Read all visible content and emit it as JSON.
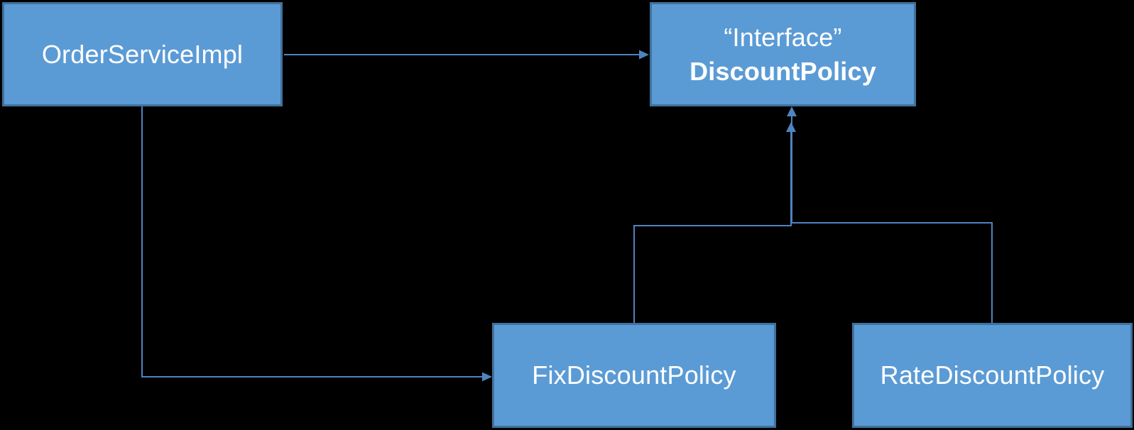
{
  "diagram": {
    "type": "uml-class-diagram",
    "colors": {
      "background": "#000000",
      "node_fill": "#5B9BD5",
      "node_border": "#41719C",
      "connector": "#4E84C0",
      "text": "#FFFFFF"
    },
    "nodes": {
      "order_service": {
        "label": "OrderServiceImpl"
      },
      "discount_policy": {
        "stereotype": "“Interface”",
        "label": "DiscountPolicy"
      },
      "fix_discount": {
        "label": "FixDiscountPolicy"
      },
      "rate_discount": {
        "label": "RateDiscountPolicy"
      }
    },
    "edges": [
      {
        "from": "OrderServiceImpl",
        "to": "DiscountPolicy",
        "relation": "depends-on",
        "style": "solid-arrow"
      },
      {
        "from": "OrderServiceImpl",
        "to": "FixDiscountPolicy",
        "relation": "depends-on",
        "style": "solid-arrow-elbow"
      },
      {
        "from": "FixDiscountPolicy",
        "to": "DiscountPolicy",
        "relation": "implements",
        "style": "solid-arrow-elbow"
      },
      {
        "from": "RateDiscountPolicy",
        "to": "DiscountPolicy",
        "relation": "implements",
        "style": "solid-arrow-elbow"
      }
    ]
  }
}
